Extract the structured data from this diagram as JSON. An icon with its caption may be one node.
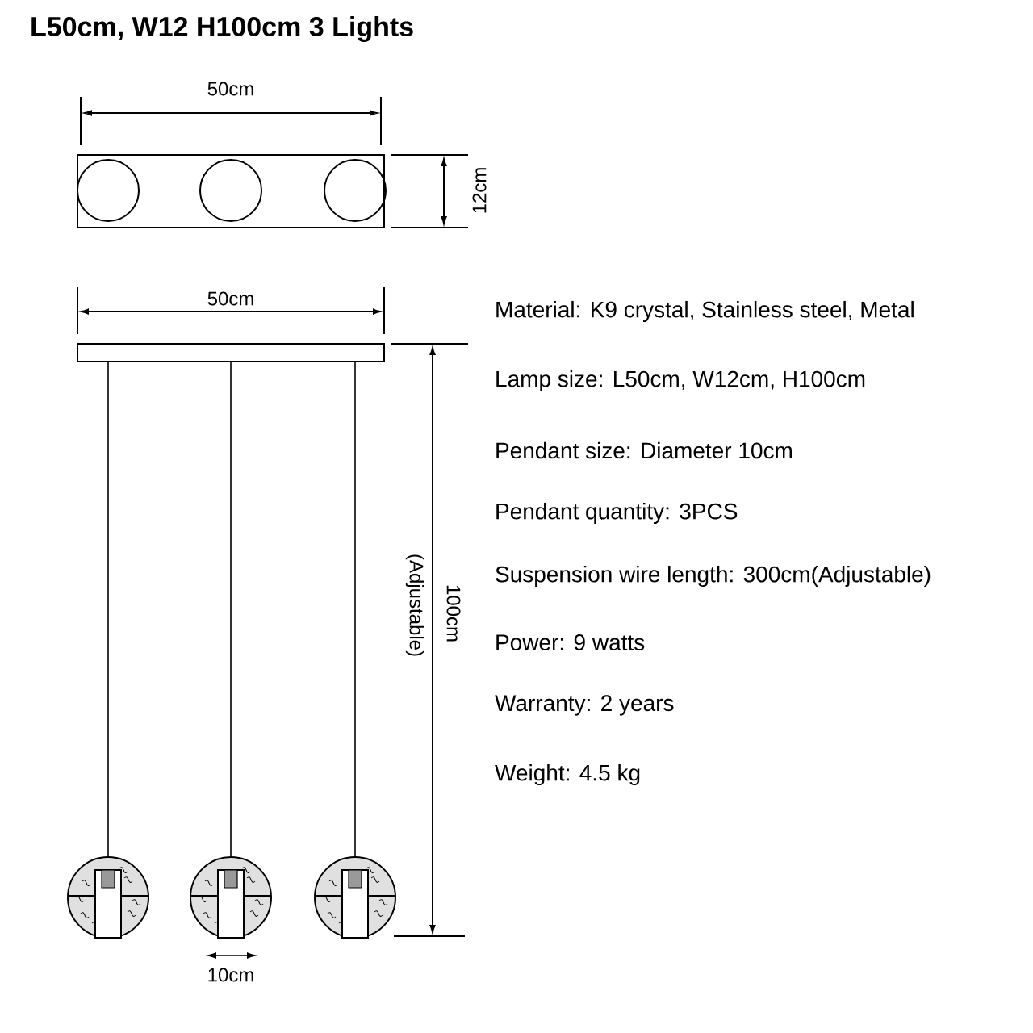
{
  "diagram": {
    "title": "L50cm, W12 H100cm  3 Lights",
    "labels": [
      "50cm",
      "12cm",
      "50cm",
      "(Adjustable)",
      "100cm",
      "10cm",
      "Material: K9 crystal, Stainless steel, Metal",
      "Lamp size: L50cm, W12cm, H100cm",
      "Pendant size: Diameter 10cm",
      "Pendant quantity: 3PCS",
      "Suspension wire length: 300cm(Adjustable)",
      "Power:  9 watts",
      "Warranty: 2 years",
      "Weight: 4.5 kg"
    ]
  }
}
